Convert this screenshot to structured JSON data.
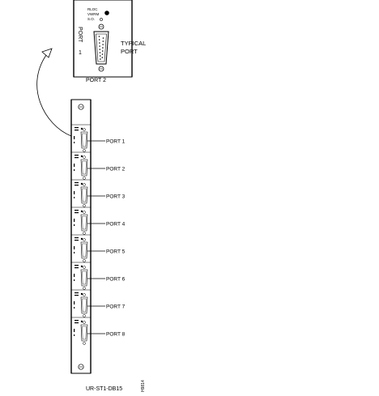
{
  "detail": {
    "status_labels": [
      "RLOC",
      "VWRM",
      "S.O."
    ],
    "port_label_vertical": "PORT",
    "port_number": "1",
    "bottom_label": "PORT 2",
    "callout": [
      "TYPICAL",
      "PORT"
    ]
  },
  "module": {
    "ports": [
      "PORT 1",
      "PORT 2",
      "PORT 3",
      "PORT 4",
      "PORT 5",
      "PORT 6",
      "PORT 7",
      "PORT 8"
    ],
    "caption": "UR-ST1-DB15",
    "figure_id": "H9814"
  },
  "colors": {
    "line": "#000000",
    "fill": "#ffffff"
  }
}
